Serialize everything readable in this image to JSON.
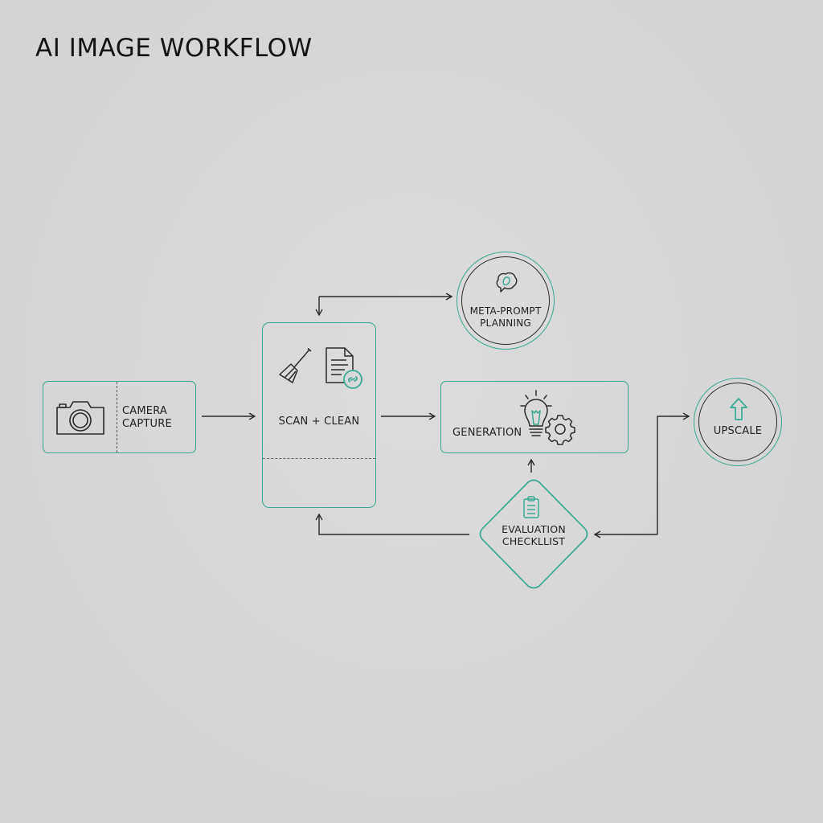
{
  "title": "AI IMAGE WORKFLOW",
  "colors": {
    "background": "#d7d7d7",
    "accent": "#3aa893",
    "line": "#2a2a2a",
    "text": "#1e1e1e"
  },
  "nodes": {
    "camera": {
      "label": "CAMERA CAPTURE",
      "icon": "camera-icon",
      "shape": "rounded-rect-split"
    },
    "scan": {
      "label": "SCAN + CLEAN",
      "icons": [
        "broom-icon",
        "document-link-icon"
      ],
      "shape": "rounded-rect-tall"
    },
    "meta": {
      "label_line1": "META-PROMPT",
      "label_line2": "PLANNING",
      "icon": "thought-bubble-icon",
      "shape": "double-circle"
    },
    "generation": {
      "label": "GENERATION",
      "icon": "lightbulb-gear-icon",
      "shape": "rounded-rect"
    },
    "evaluation": {
      "label_line1": "EVALUATION",
      "label_line2": "CHECKLLIST",
      "icon": "clipboard-icon",
      "shape": "diamond"
    },
    "upscale": {
      "label": "UPSCALE",
      "icon": "up-arrow-icon",
      "shape": "double-circle"
    }
  },
  "camera_label": {
    "line1": "CAMERA",
    "line2": "CAPTURE"
  },
  "connections": [
    {
      "from": "camera",
      "to": "scan"
    },
    {
      "from": "scan",
      "to": "generation"
    },
    {
      "from": "scan",
      "to": "meta",
      "bidirectional": true
    },
    {
      "from": "evaluation",
      "to": "generation"
    },
    {
      "from": "evaluation",
      "to": "scan"
    },
    {
      "from": "evaluation",
      "to": "upscale",
      "bidirectional": true
    }
  ]
}
